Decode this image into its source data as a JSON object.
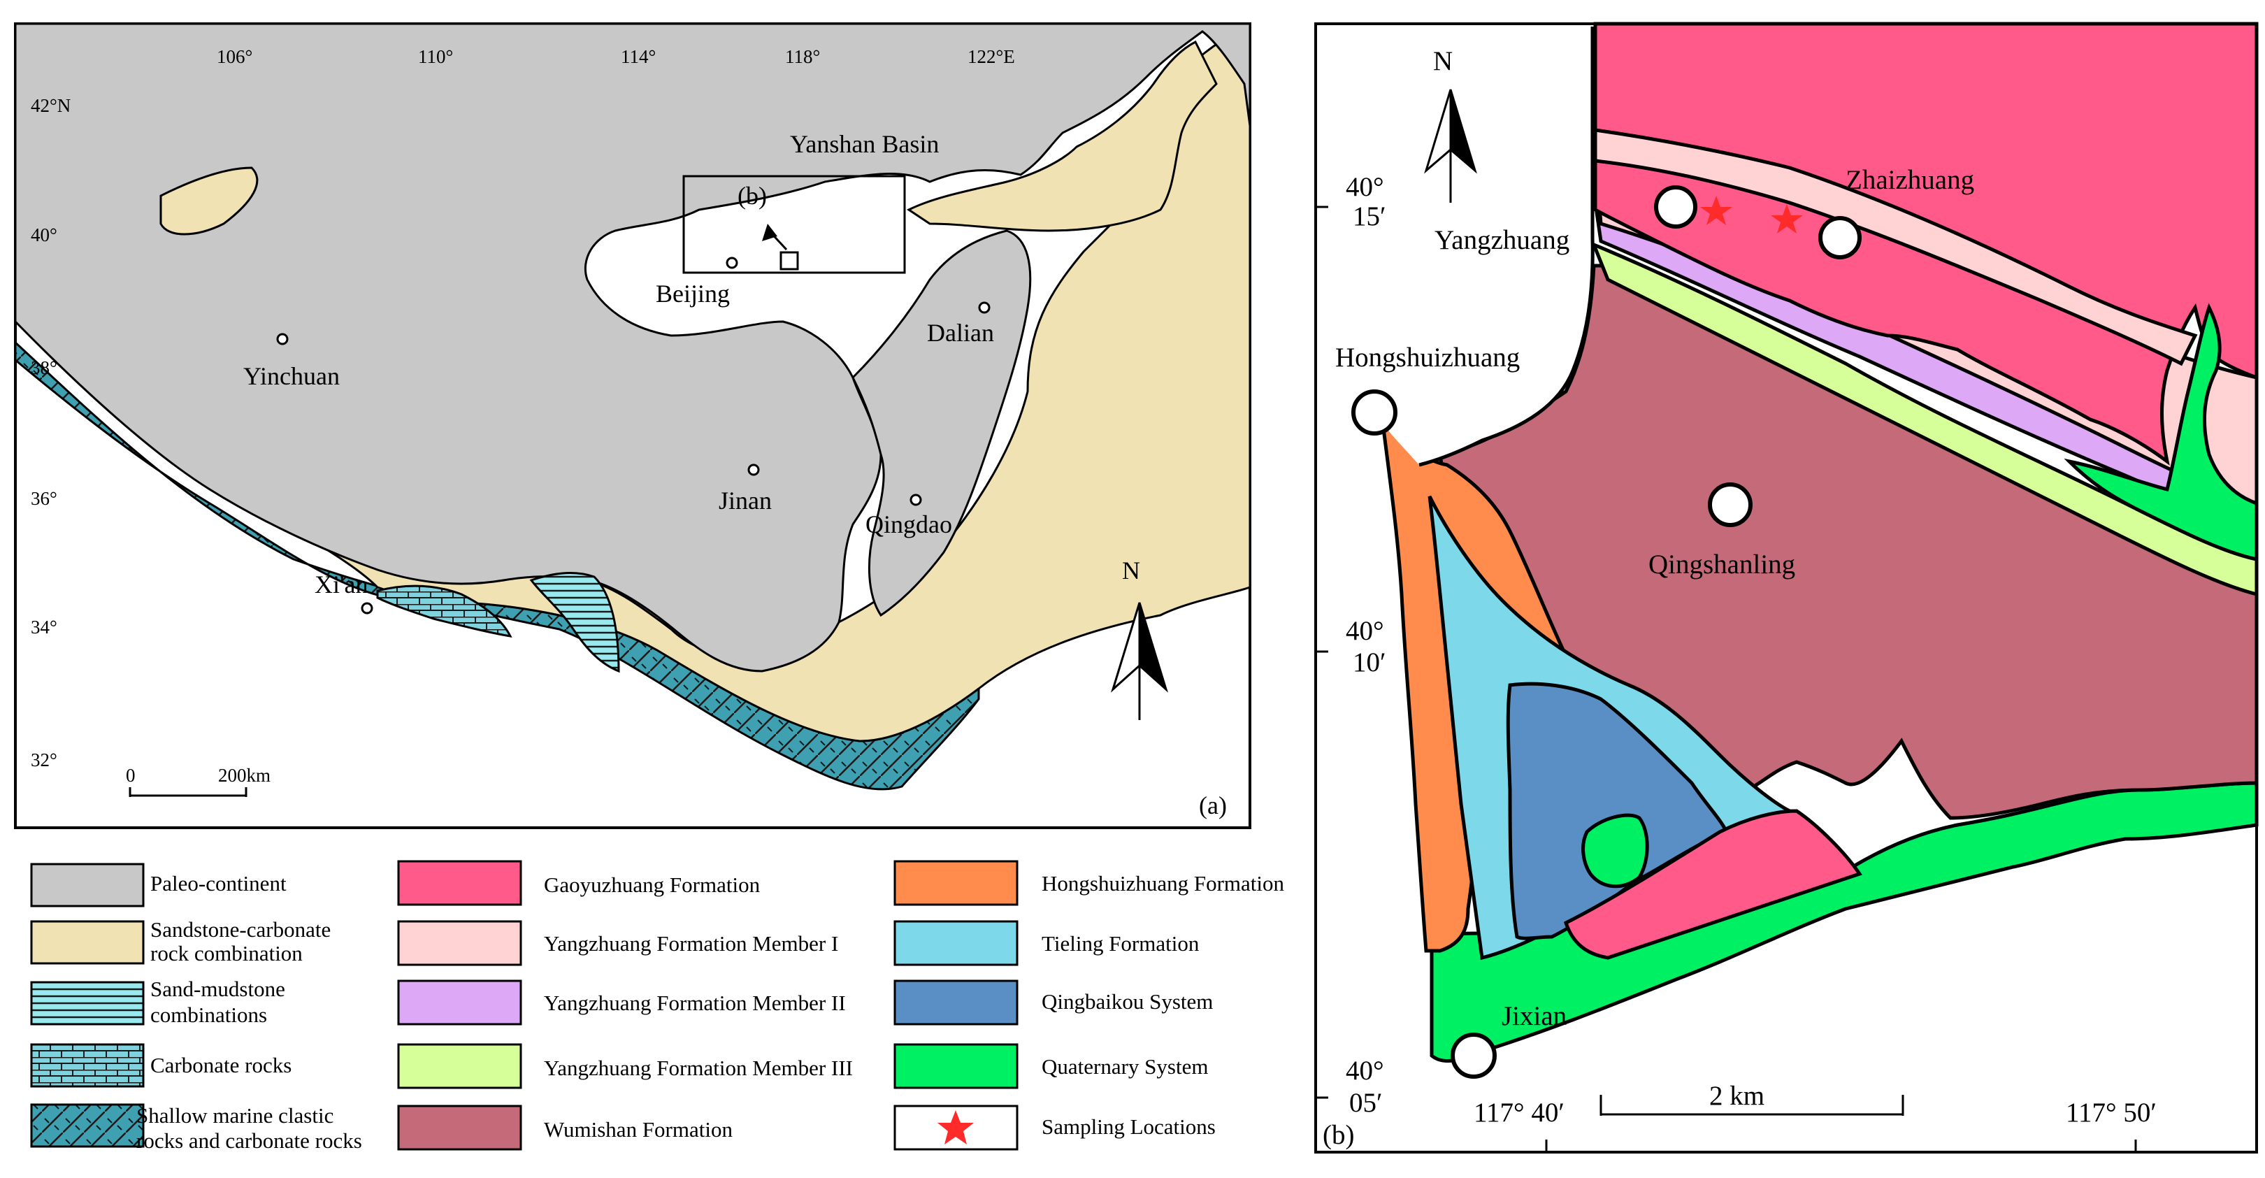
{
  "panel_a": {
    "label": "(a)",
    "lon_ticks": [
      "106°",
      "110°",
      "114°",
      "118°",
      "122°E"
    ],
    "lat_ticks": [
      "42°N",
      "40°",
      "38°",
      "36°",
      "34°",
      "32°"
    ],
    "basin_label": "Yanshan Basin",
    "inset_label": "(b)",
    "cities": [
      "Beijing",
      "Dalian",
      "Yinchuan",
      "Jinan",
      "Qingdao",
      "Xi'an"
    ],
    "north": "N",
    "scale": {
      "start": "0",
      "end": "200km"
    }
  },
  "panel_b": {
    "label": "(b)",
    "north": "N",
    "places": [
      "Zhaizhuang",
      "Yangzhuang",
      "Hongshuizhuang",
      "Qingshanling",
      "Jixian"
    ],
    "lat_ticks": [
      {
        "deg": "40°",
        "min": "15′"
      },
      {
        "deg": "40°",
        "min": "10′"
      },
      {
        "deg": "40°",
        "min": "05′"
      }
    ],
    "lon_ticks": [
      "117° 40′",
      "117° 50′"
    ],
    "scale": "2 km"
  },
  "legend": [
    {
      "label": "Paleo-continent",
      "color": "#c8c8c8"
    },
    {
      "label": "Sandstone-carbonate\nrock combination",
      "color": "#f0e2b3"
    },
    {
      "label": "Sand-mudstone\ncombinations",
      "color": "#99eaee",
      "pattern": "hlines"
    },
    {
      "label": "Carbonate rocks",
      "color": "#7fd3de",
      "pattern": "bricks"
    },
    {
      "label": "Shallow marine clastic\nrocks and carbonate rocks",
      "color": "#3ea0b0",
      "pattern": "diag"
    },
    {
      "label": "Gaoyuzhuang Formation",
      "color": "#ff5a8a"
    },
    {
      "label": "Yangzhuang Formation Member I",
      "color": "#ffd3d3"
    },
    {
      "label": "Yangzhuang Formation Member II",
      "color": "#dda8f5"
    },
    {
      "label": "Yangzhuang Formation Member III",
      "color": "#d7ff99"
    },
    {
      "label": "Wumishan Formation",
      "color": "#c56a78"
    },
    {
      "label": "Hongshuizhuang Formation",
      "color": "#ff8b4c"
    },
    {
      "label": "Tieling Formation",
      "color": "#7dd8ea"
    },
    {
      "label": "Qingbaikou System",
      "color": "#5a8fc5"
    },
    {
      "label": "Quaternary System",
      "color": "#00f064"
    },
    {
      "label": "Sampling Locations",
      "color": "#ff2a2a",
      "icon": "star-icon"
    }
  ]
}
